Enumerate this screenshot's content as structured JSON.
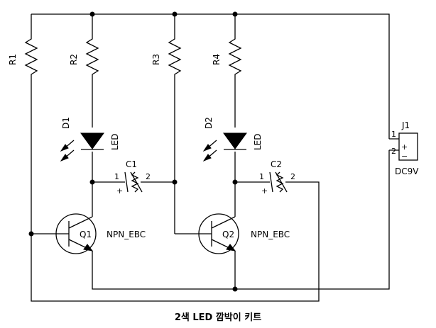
{
  "caption": "2색 LED 깜박이 키트",
  "components": {
    "r1": "R1",
    "r2": "R2",
    "r3": "R3",
    "r4": "R4",
    "d1": "D1",
    "d1_type": "LED",
    "d2": "D2",
    "d2_type": "LED",
    "c1": "C1",
    "c2": "C2",
    "q1": "Q1",
    "q1_type": "NPN_EBC",
    "q2": "Q2",
    "q2_type": "NPN_EBC",
    "j1": "J1",
    "j1_type": "DC9V"
  },
  "pins": {
    "c1_pin1": "1",
    "c1_pin2": "2",
    "c1_plus": "+",
    "c2_pin1": "1",
    "c2_pin2": "2",
    "c2_plus": "+",
    "j1_pin1": "1",
    "j1_pin2": "2",
    "j1_plus": "+",
    "j1_minus": "−"
  }
}
